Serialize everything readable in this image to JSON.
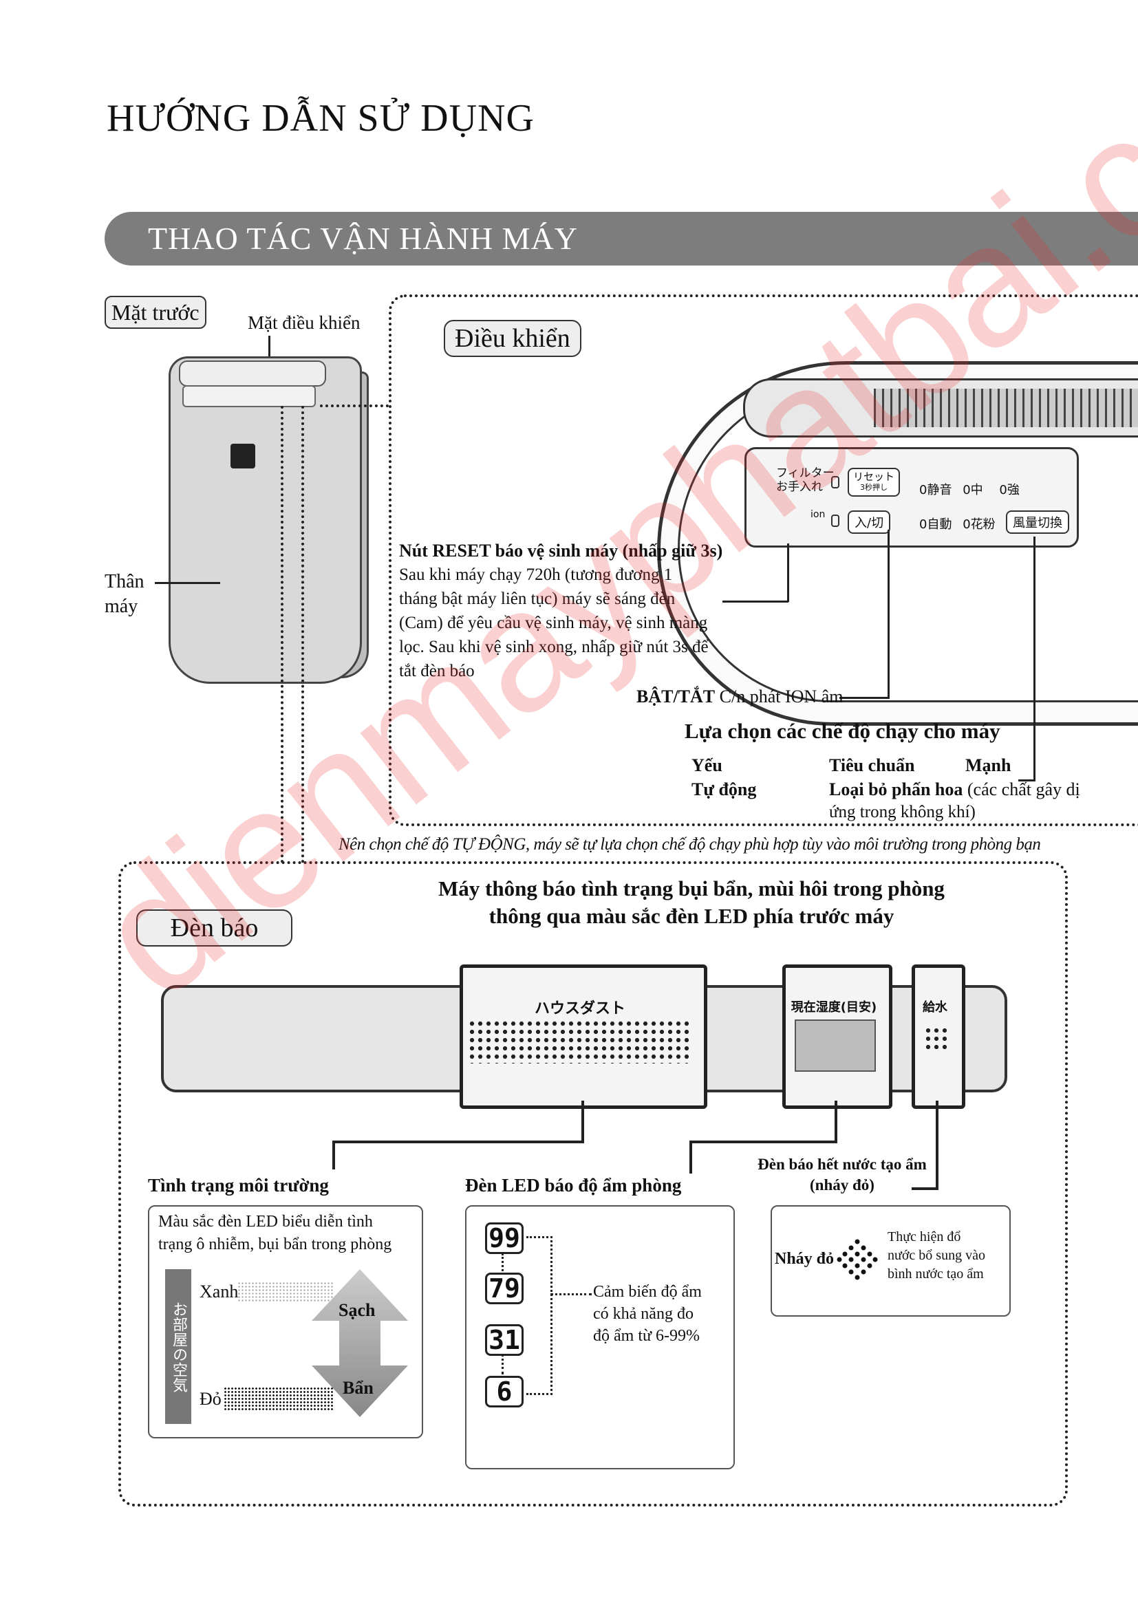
{
  "page_title": "HƯỚNG DẪN SỬ DỤNG",
  "section_title": "THAO TÁC VẬN HÀNH MÁY",
  "front": {
    "tag": "Mặt trước",
    "control_panel_label": "Mặt điều khiển",
    "body_label_1": "Thân",
    "body_label_2": "máy"
  },
  "controls": {
    "tag": "Điều khiển",
    "panel": {
      "filter_label_1": "フィルター",
      "filter_label_2": "お手入れ",
      "reset_btn_1": "リセット",
      "reset_btn_2": "3秒押し",
      "ion_icon": "ion",
      "power_btn": "入/切",
      "mode_quiet": "静音",
      "mode_mid": "中",
      "mode_strong": "強",
      "mode_auto": "自動",
      "mode_pollen": "花粉",
      "fan_switch_btn": "風量切換"
    },
    "reset_title": "Nút RESET báo vệ sinh máy (nhấp giữ 3s)",
    "reset_desc": [
      "Sau khi máy chạy 720h (tương đương 1",
      "tháng bật máy liên tục) máy sẽ sáng đèn",
      "(Cam) để yêu cầu vệ sinh máy, vệ sinh màng",
      "lọc. Sau khi vệ sinh xong, nhấp giữ nút 3s để",
      "tắt đèn báo"
    ],
    "power_label_bold": "BẬT/TẮT",
    "power_label_rest": "C/n phát ION âm",
    "modes_title": "Lựa chọn các chế độ chạy cho máy",
    "mode_weak": "Yếu",
    "mode_standard": "Tiêu chuẩn",
    "mode_strong_vi": "Mạnh",
    "mode_auto_vi": "Tự động",
    "mode_pollen_vi_bold": "Loại bỏ phấn hoa",
    "mode_pollen_vi_rest_1": "(các chất gây dị",
    "mode_pollen_vi_rest_2": "ứng trong không khí)",
    "auto_note": "Nên chọn chế độ TỰ ĐỘNG, máy sẽ tự lựa chọn chế độ  chạy phù hợp tùy vào môi trường trong phòng bạn"
  },
  "indicators": {
    "tag": "Đèn báo",
    "heading_1": "Máy thông báo tình trạng bụi bẩn, mùi hôi trong phòng",
    "heading_2": "thông qua màu sắc đèn LED phía trước máy",
    "dust_label": "ハウスダスト",
    "humidity_label": "現在湿度(目安)",
    "water_label": "給水",
    "env_title": "Tình trạng môi trường",
    "env_desc_1": "Màu sắc đèn LED biểu diễn tình",
    "env_desc_2": "trạng ô nhiễm, bụi bẩn trong phòng",
    "env_vertical": "お部屋の空気",
    "green": "Xanh",
    "red": "Đỏ",
    "clean": "Sạch",
    "dirty": "Bẩn",
    "humidity_title": "Đèn LED báo độ ẩm phòng",
    "humidity_values": [
      "99",
      "79",
      "31",
      "6"
    ],
    "humidity_desc": [
      "Cảm biến độ ẩm",
      "có khả năng đo",
      "độ ẩm từ 6-99%"
    ],
    "water_title_1": "Đèn báo hết nước tạo ẩm",
    "water_title_2": "(nháy đỏ)",
    "blink_label": "Nháy đỏ",
    "water_desc": [
      "Thực hiện đổ",
      "nước bổ sung vào",
      "bình nước tạo ẩm"
    ]
  },
  "watermark": "dienmayphatbai.com",
  "colors": {
    "band": "#7d7d7d",
    "watermark": "#e62828"
  }
}
